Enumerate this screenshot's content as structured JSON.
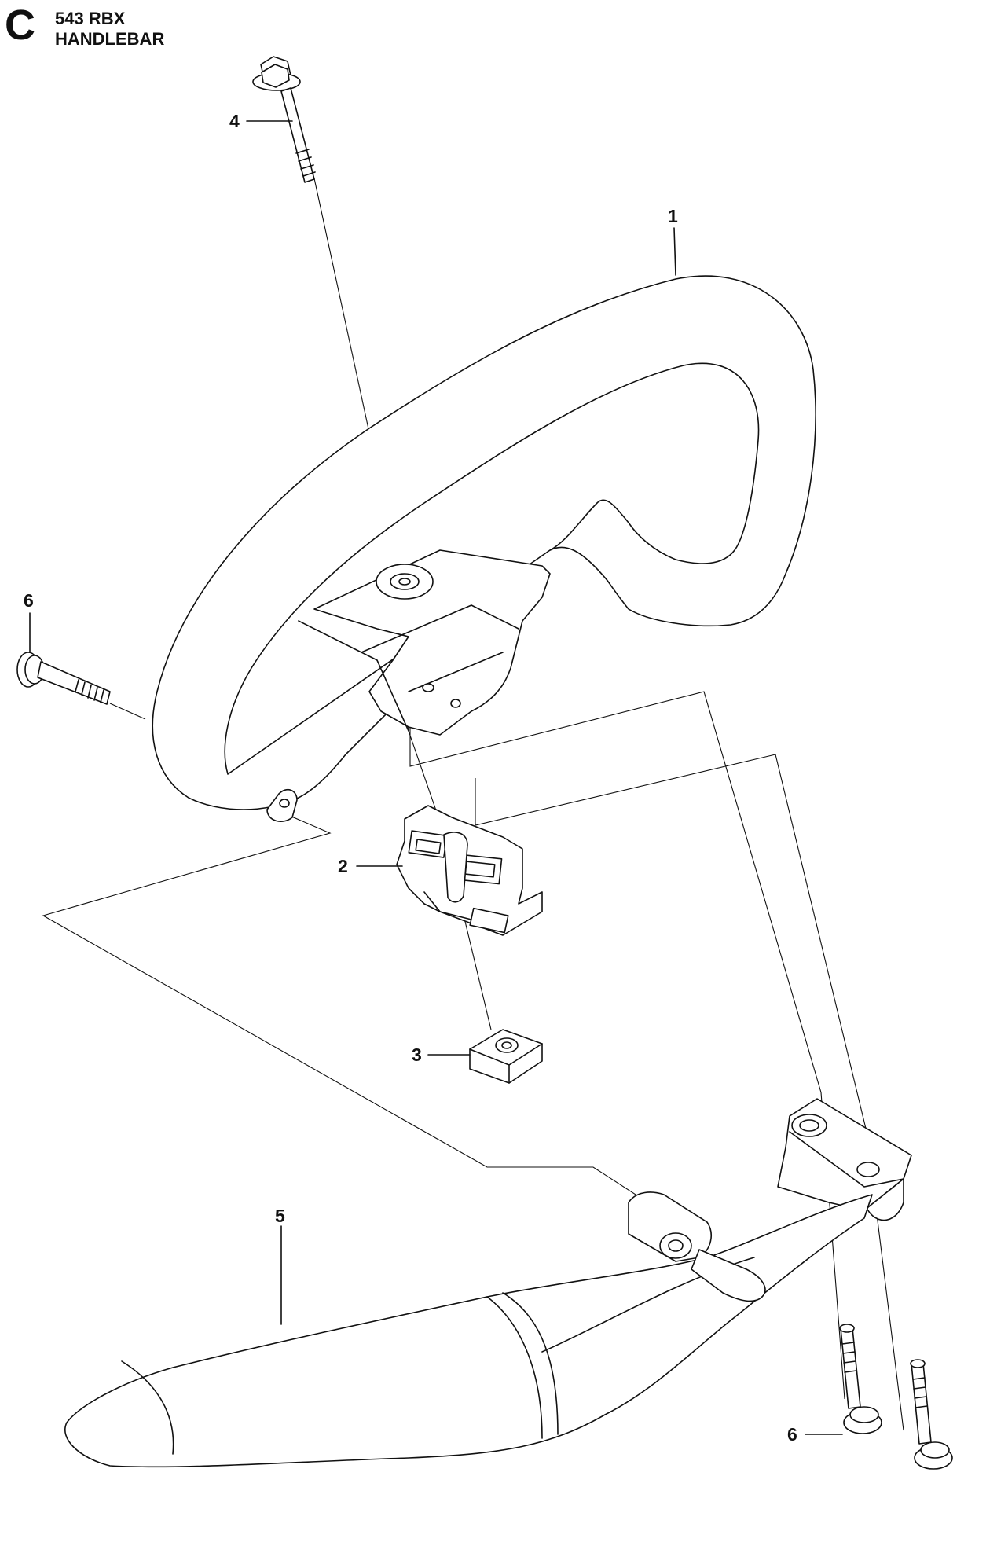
{
  "header": {
    "section_letter": "C",
    "model": "543 RBX",
    "title": "HANDLEBAR"
  },
  "callouts": {
    "c1": "1",
    "c2": "2",
    "c3": "3",
    "c4": "4",
    "c5": "5",
    "c6a": "6",
    "c6b": "6"
  }
}
